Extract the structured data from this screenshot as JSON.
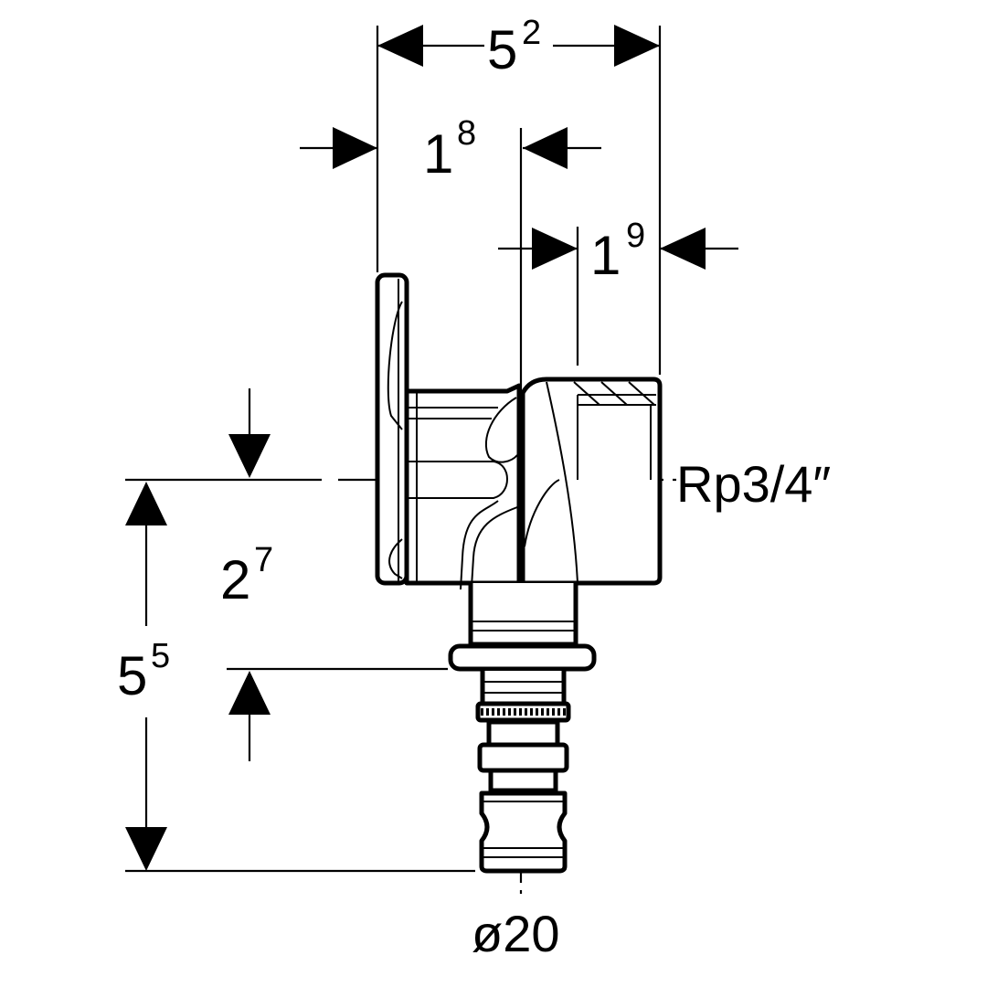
{
  "drawing": {
    "title": "Wall fitting with Rp3/4 inch female thread and press connector",
    "dimensions": {
      "overall_width": {
        "base": "5",
        "sup": "2"
      },
      "plate_to_axis": {
        "base": "1",
        "sup": "8"
      },
      "axis_to_outlet": {
        "base": "1",
        "sup": "9"
      },
      "axis_to_flange": {
        "base": "2",
        "sup": "7"
      },
      "axis_to_end": {
        "base": "5",
        "sup": "5"
      }
    },
    "thread_label": "Rp3/4″",
    "pipe_diameter_label": "ø20",
    "colors": {
      "line": "#000000",
      "background": "#ffffff"
    }
  }
}
